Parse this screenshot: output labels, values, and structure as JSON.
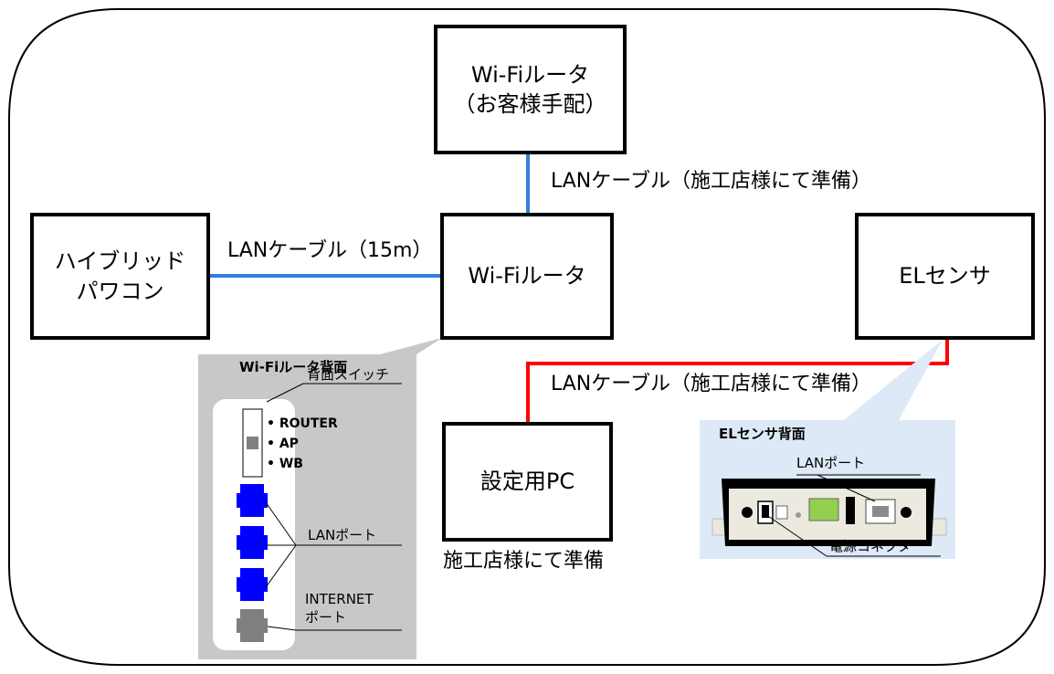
{
  "colors": {
    "cable_blue": "#2f7fe0",
    "cable_red": "#ff0000",
    "callout_gray": "#c8c8c8",
    "callout_blue": "#dde9f6",
    "port_blue": "#0000ff",
    "port_gray": "#7f7f7f",
    "terminal_green": "#92d050"
  },
  "nodes": {
    "wifi_router_top": {
      "line1": "Wi-Fiルータ",
      "line2": "（お客様手配）"
    },
    "hybrid_powercon": {
      "line1": "ハイブリッド",
      "line2": "パワコン"
    },
    "wifi_router_center": {
      "label": "Wi-Fiルータ"
    },
    "el_sensor": {
      "label": "ELセンサ"
    },
    "setup_pc": {
      "label": "設定用PC",
      "caption": "施工店様にて準備"
    }
  },
  "edges": {
    "top_cable": "LANケーブル（施工店様にて準備）",
    "left_cable": "LANケーブル（15m）",
    "red_cable": "LANケーブル（施工店様にて準備）"
  },
  "router_back": {
    "title": "Wi-Fiルータ背面",
    "switch_label": "背面スイッチ",
    "modes": [
      "• ROUTER",
      "• AP",
      "• WB"
    ],
    "lan_port_label": "LANポート",
    "internet_port_line1": "INTERNET",
    "internet_port_line2": "ポート"
  },
  "sensor_back": {
    "title": "ELセンサ背面",
    "lan_port_label": "LANポート",
    "power_connector_label": "電源コネクタ"
  },
  "icons": [
    "rj45-port-icon",
    "power-connector-icon",
    "terminal-block-icon",
    "usb-port-icon"
  ]
}
